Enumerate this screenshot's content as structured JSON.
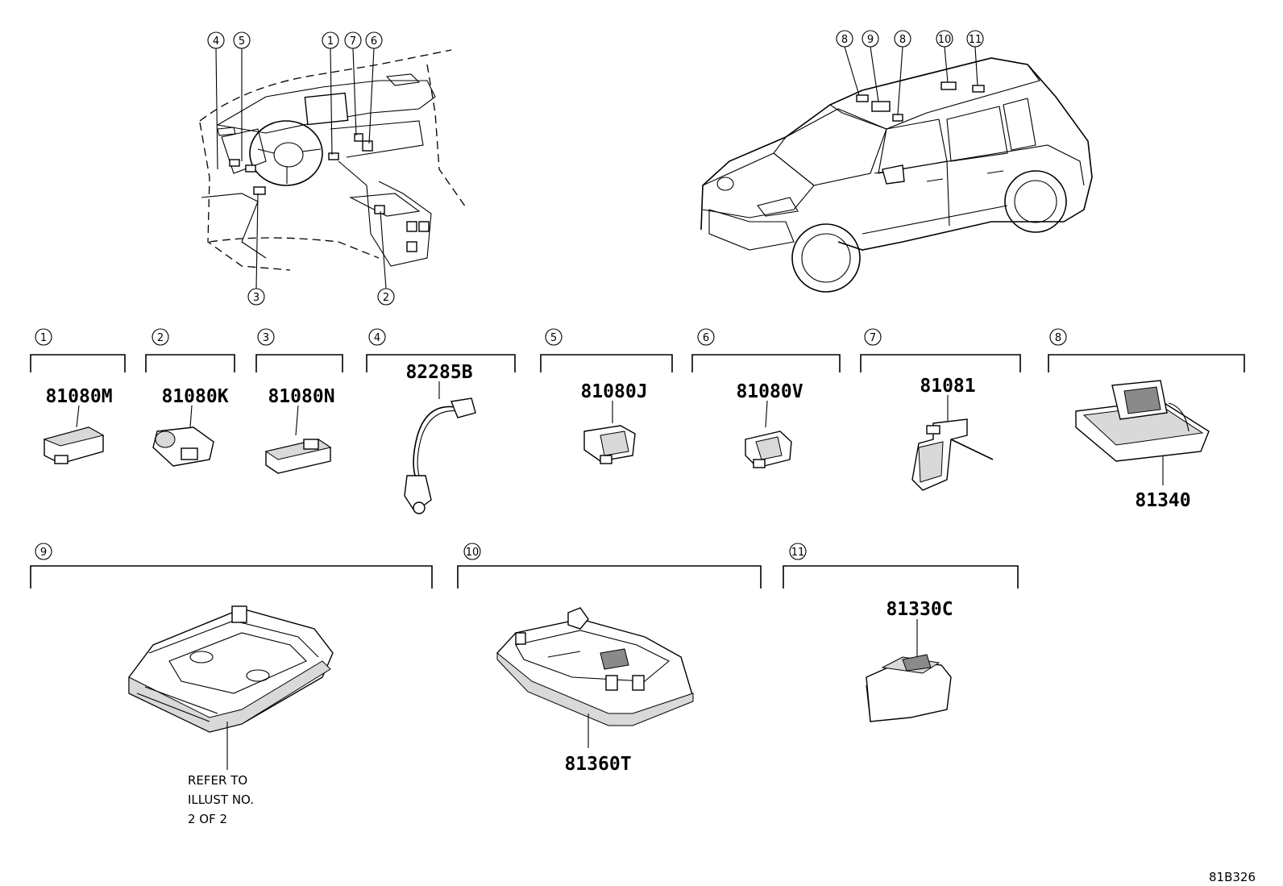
{
  "callouts": [
    "1",
    "2",
    "3",
    "4",
    "5",
    "6",
    "7",
    "8",
    "9",
    "10",
    "11"
  ],
  "parts": {
    "p1": "81080M",
    "p2": "81080K",
    "p3": "81080N",
    "p4": "82285B",
    "p5": "81080J",
    "p6": "81080V",
    "p7": "81081",
    "p8": "81340",
    "p10": "81360T",
    "p11": "81330C"
  },
  "note": {
    "line1": "REFER TO",
    "line2": "ILLUST NO.",
    "line3": "2 OF 2"
  },
  "illustration_code": "81B326"
}
